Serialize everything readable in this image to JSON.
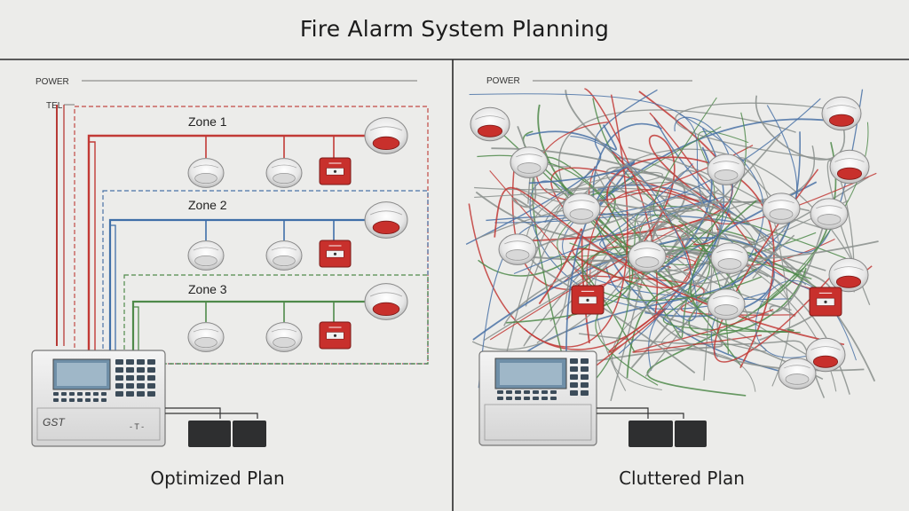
{
  "title": "Fire Alarm System Planning",
  "left": {
    "caption": "Optimized Plan",
    "line_labels": {
      "power": "POWER",
      "tel": "TEL"
    },
    "zones": [
      {
        "label": "Zone 1",
        "color": "#c23a36"
      },
      {
        "label": "Zone 2",
        "color": "#3f6fa8"
      },
      {
        "label": "Zone 3",
        "color": "#4f8a4a"
      }
    ],
    "panel_brand": "GST",
    "panel_small_text": "- T -"
  },
  "right": {
    "caption": "Cluttered Plan",
    "line_labels": {
      "power": "POWER"
    }
  },
  "colors": {
    "red_wire": "#c23a36",
    "blue_wire": "#4a72a6",
    "green_wire": "#4f8a4a",
    "gray_wire": "#8a8f8c",
    "manual_call_point": "#c8302c",
    "battery": "#2e2f30"
  }
}
